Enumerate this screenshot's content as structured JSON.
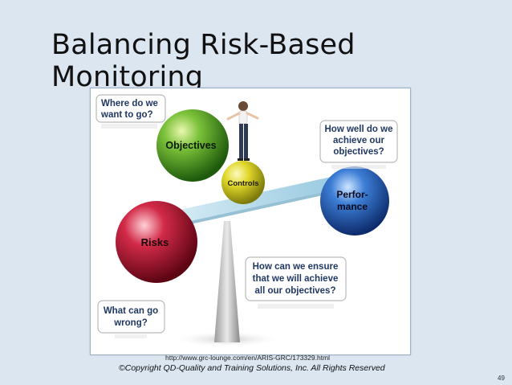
{
  "slide": {
    "title": "Balancing Risk-Based Monitoring",
    "source_url": "http://www.grc-lounge.com/en/ARIS-GRC/173329.html",
    "copyright": "©Copyright QD-Quality and Training Solutions, Inc. All Rights Reserved",
    "page_number": "49"
  },
  "diagram": {
    "spheres": {
      "objectives": "Objectives",
      "controls": "Controls",
      "performance_line1": "Perfor-",
      "performance_line2": "mance",
      "risks": "Risks"
    },
    "callouts": {
      "where_line1": "Where do we",
      "where_line2": "want to go?",
      "how_well_line1": "How well do we",
      "how_well_line2": "achieve our",
      "how_well_line3": "objectives?",
      "ensure_line1": "How can we ensure",
      "ensure_line2": "that we will achieve",
      "ensure_line3": "all our objectives?",
      "wrong_line1": "What can go",
      "wrong_line2": "wrong?"
    },
    "colors": {
      "objectives": "#4f9a1f",
      "controls": "#c9c31a",
      "performance": "#1f4f9a",
      "risks": "#b0122a",
      "callout_text": "#1f3864",
      "board": "#a9d2e6"
    }
  }
}
